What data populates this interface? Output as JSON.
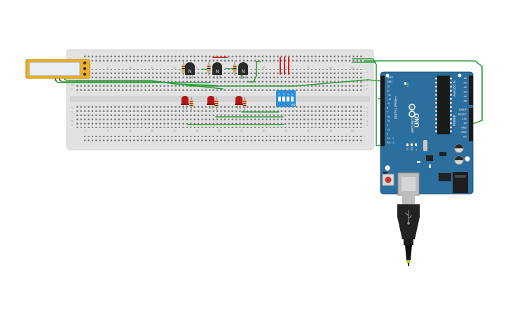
{
  "breadboard": {
    "column_numbers": [
      "1",
      "5",
      "10",
      "15",
      "20",
      "25",
      "30",
      "35",
      "40",
      "45",
      "50",
      "55",
      "60"
    ],
    "row_letters_top": [
      "J",
      "I",
      "H",
      "G",
      "F"
    ],
    "row_letters_bottom": [
      "E",
      "D",
      "C",
      "B",
      "A"
    ]
  },
  "transistors": [
    {
      "label": "N"
    },
    {
      "label": "N"
    },
    {
      "label": "N"
    }
  ],
  "dip_switch": {
    "number_labels": [
      "1",
      "2",
      "3",
      "4"
    ],
    "on_label": "ON"
  },
  "arduino": {
    "brand_text": "UNO",
    "model_text": "ARDUINO",
    "on_label": "ON",
    "digital_header_label": "DIGITAL (PWM~)",
    "digital_pins": [
      "AREF",
      "GND",
      "13",
      "12",
      "~11",
      "~10",
      "~9",
      "8",
      "7",
      "~6",
      "~5",
      "4",
      "~3",
      "2",
      "TX→1",
      "RX←0"
    ],
    "power_header_label": "POWER",
    "power_pins": [
      "IOREF",
      "RESET",
      "3.3V",
      "5V",
      "GND",
      "GND",
      "Vin"
    ],
    "analog_header_label": "ANALOG IN",
    "analog_pins": [
      "A0",
      "A1",
      "A2",
      "A3",
      "A4",
      "A5"
    ],
    "tx_label": "TX",
    "rx_label": "RX",
    "l_label": "L"
  },
  "colors": {
    "breadboard": "#e2e2e2",
    "wire_green": "#2e9c3a",
    "wire_red": "#d82020",
    "arduino_blue": "#2b6f9e",
    "lcd_frame": "#f0b020",
    "dip_blue": "#2a8fd8",
    "led_red": "#b01818"
  }
}
